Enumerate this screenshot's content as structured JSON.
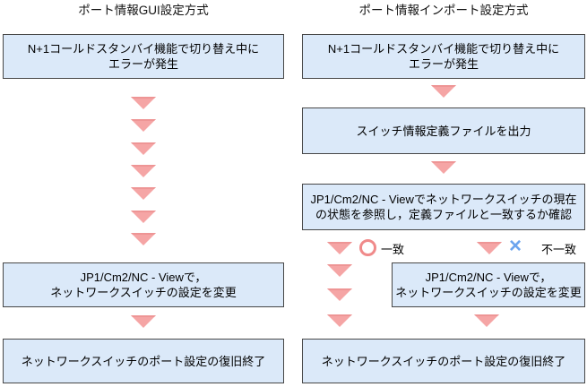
{
  "colors": {
    "box_fill": "#dbe9f9",
    "box_border": "#474747",
    "arrow_fill": "#f5a5a5",
    "match_circle_stroke": "#f08a8a",
    "mismatch_x_color": "#6ba4ee"
  },
  "left_flow": {
    "title": "ポート情報GUI設定方式",
    "error_box": {
      "line1": "N+1コールドスタンバイ機能で切り替え中に",
      "line2": "エラーが発生"
    },
    "change_box": {
      "line1": "JP1/Cm2/NC - Viewで，",
      "line2": "ネットワークスイッチの設定を変更"
    },
    "done_box": {
      "label": "ネットワークスイッチのポート設定の復旧終了"
    }
  },
  "right_flow": {
    "title": "ポート情報インポート設定方式",
    "error_box": {
      "line1": "N+1コールドスタンバイ機能で切り替え中に",
      "line2": "エラーが発生"
    },
    "export_box": {
      "label": "スイッチ情報定義ファイルを出力"
    },
    "check_box": {
      "line1": "JP1/Cm2/NC - Viewでネットワークスイッチの現在",
      "line2": "の状態を参照し，定義ファイルと一致するか確認"
    },
    "match": {
      "label": "一致"
    },
    "mismatch": {
      "label": "不一致",
      "glyph": "×"
    },
    "change_box": {
      "line1": "JP1/Cm2/NC - Viewで，",
      "line2": "ネットワークスイッチの設定を変更"
    },
    "done_box": {
      "label": "ネットワークスイッチのポート設定の復旧終了"
    }
  }
}
